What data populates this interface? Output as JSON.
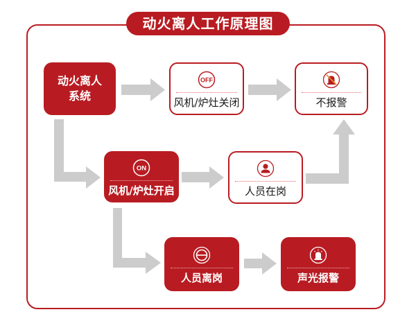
{
  "title": "动火离人工作原理图",
  "colors": {
    "brand_red": "#b81c22",
    "arrow_gray": "#cccccc"
  },
  "nodes": {
    "system": {
      "label_line1": "动火离人",
      "label_line2": "系统"
    },
    "fan_off": {
      "icon": "off-badge-icon",
      "icon_text": "OFF",
      "label": "风机/炉灶关闭"
    },
    "no_alarm": {
      "icon": "alarm-muted-icon",
      "label": "不报警"
    },
    "fan_on": {
      "icon": "on-badge-icon",
      "icon_text": "ON",
      "label": "风机/炉灶开启"
    },
    "person_present": {
      "icon": "person-icon",
      "label": "人员在岗"
    },
    "person_absent": {
      "icon": "no-entry-icon",
      "label": "人员离岗"
    },
    "sound_light_alarm": {
      "icon": "siren-icon",
      "label": "声光报警"
    }
  },
  "edges": [
    {
      "from": "system",
      "to": "fan_off"
    },
    {
      "from": "fan_off",
      "to": "no_alarm"
    },
    {
      "from": "system",
      "to": "fan_on"
    },
    {
      "from": "fan_on",
      "to": "person_present"
    },
    {
      "from": "person_present",
      "to": "no_alarm"
    },
    {
      "from": "fan_on",
      "to": "person_absent"
    },
    {
      "from": "person_absent",
      "to": "sound_light_alarm"
    }
  ]
}
